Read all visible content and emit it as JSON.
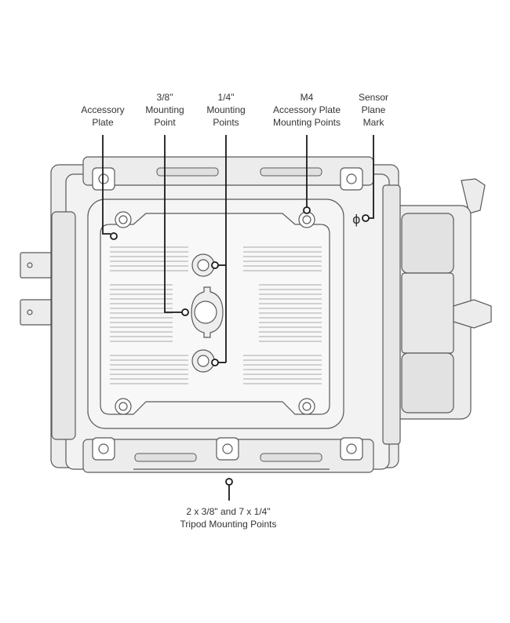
{
  "colors": {
    "body_fill": "#f2f2f2",
    "body_fill_dark": "#e6e6e6",
    "outline": "#5a5a5a",
    "callout": "#1a1a1a",
    "text": "#333333"
  },
  "callouts": {
    "accessory_plate": "Accessory\nPlate",
    "mount_38": "3/8\"\nMounting\nPoint",
    "mount_14": "1/4\"\nMounting\nPoints",
    "m4": "M4\nAccessory Plate\nMounting Points",
    "sensor": "Sensor\nPlane\nMark",
    "tripod": "2 x 3/8\" and 7 x 1/4\"\nTripod Mounting Points"
  },
  "sensor_symbol": "ϕ"
}
